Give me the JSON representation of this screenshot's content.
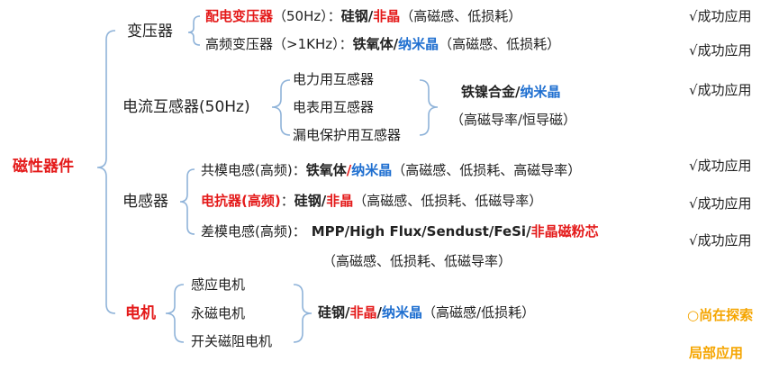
{
  "root": "磁性器件",
  "transformer": {
    "label": "变压器",
    "row1": {
      "name": "配电变压器",
      "freq": "（50Hz）：",
      "m1": "硅钢",
      "sep": "/",
      "m2": "非晶",
      "props": "（高磁感、低损耗）"
    },
    "row2": {
      "name": "高频变压器（>1KHz）：",
      "m1": "铁氧体",
      "sep": "/",
      "m2": "纳米晶",
      "props": "（高磁感、低损耗）"
    }
  },
  "ct": {
    "label": "电流互感器(50Hz)",
    "items": [
      "电力用互感器",
      "电表用互感器",
      "漏电保护用互感器"
    ],
    "m1": "铁镍合金",
    "sep": "/",
    "m2": "纳米晶",
    "props": "（高磁导率/恒导磁）"
  },
  "inductor": {
    "label": "电感器",
    "row1": {
      "name": "共模电感(高频)：",
      "m1": "铁氧体",
      "sep": "/",
      "m2": "纳米晶",
      "props": "（高磁感、低损耗、高磁导率）"
    },
    "row2": {
      "name": "电抗器(高频)",
      "colon": "：",
      "m1": "硅钢",
      "sep": "/",
      "m2": "非晶",
      "props": "（高磁感、低损耗、低磁导率）"
    },
    "row3": {
      "name": "差模电感(高频)：",
      "m1": "MPP/High Flux/Sendust/FeSi",
      "sep": "/",
      "m2": "非晶磁粉芯"
    },
    "row3_props": "（高磁感、低损耗、低磁导率）"
  },
  "motor": {
    "label": "电机",
    "items": [
      "感应电机",
      "永磁电机",
      "开关磁阻电机"
    ],
    "m1": "硅钢",
    "sep1": "/",
    "m2": "非晶",
    "sep2": "/",
    "m3": "纳米晶",
    "props": "（高磁感/低损耗）"
  },
  "status": {
    "success": "√成功应用",
    "exploring": "○尚在探索",
    "partial": "局部应用"
  },
  "colors": {
    "red": "#e41a1a",
    "blue": "#1f6fd0",
    "gold": "#f5a500",
    "bracket": "#8fb3d9"
  }
}
